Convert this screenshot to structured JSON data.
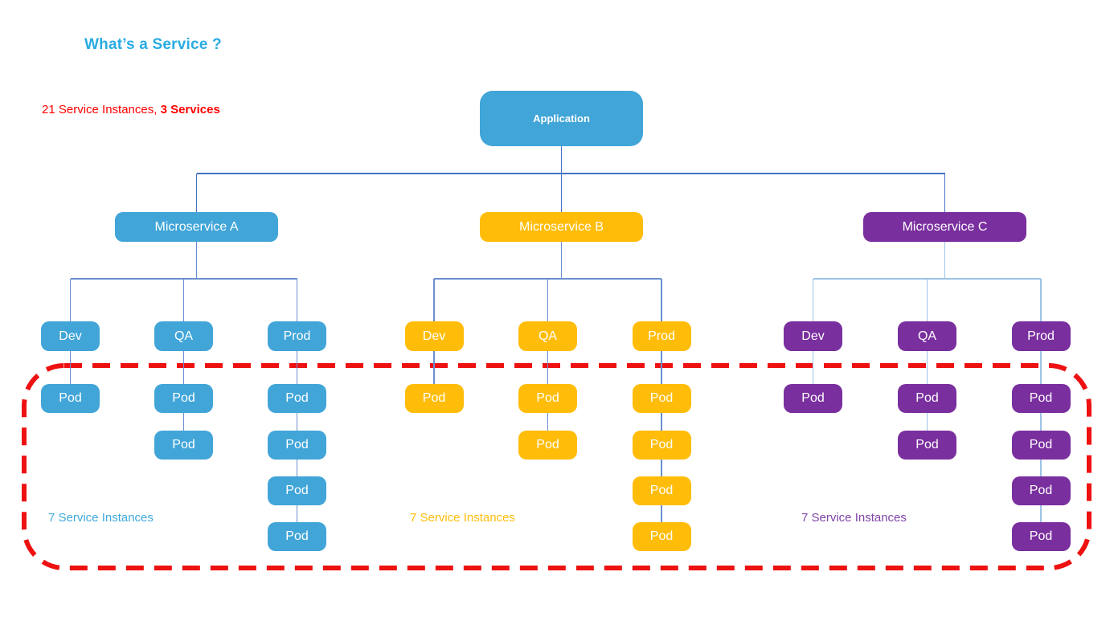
{
  "header": {
    "title": "What’s a Service ?",
    "title_color": "#29abe2"
  },
  "summary": {
    "prefix": "21 Service Instances, ",
    "bold": "3 Services",
    "color": "#ff0000"
  },
  "application": {
    "label": "Application",
    "color": "#41a5d8"
  },
  "connectors": {
    "tier1_color": "#4472c4"
  },
  "boundary": {
    "color": "#ee1111"
  },
  "groups": [
    {
      "key": "a",
      "label": "Microservice A",
      "color": "#41a5d8",
      "text_color": "#3fa9dc",
      "connector_color": "#6a8fd0",
      "instances_label": "7 Service Instances",
      "environments": [
        {
          "label": "Dev",
          "pods": [
            "Pod"
          ]
        },
        {
          "label": "QA",
          "pods": [
            "Pod",
            "Pod"
          ]
        },
        {
          "label": "Prod",
          "pods": [
            "Pod",
            "Pod",
            "Pod",
            "Pod"
          ]
        }
      ]
    },
    {
      "key": "b",
      "label": "Microservice B",
      "color": "#ffbd0a",
      "text_color": "#ffbd0a",
      "connector_color": "#6a8fd0",
      "instances_label": "7 Service Instances",
      "environments": [
        {
          "label": "Dev",
          "pods": [
            "Pod"
          ]
        },
        {
          "label": "QA",
          "pods": [
            "Pod",
            "Pod"
          ]
        },
        {
          "label": "Prod",
          "pods": [
            "Pod",
            "Pod",
            "Pod",
            "Pod"
          ]
        }
      ]
    },
    {
      "key": "c",
      "label": "Microservice C",
      "color": "#7a2f9e",
      "text_color": "#8144a8",
      "connector_color": "#9dc3e6",
      "instances_label": "7 Service Instances",
      "environments": [
        {
          "label": "Dev",
          "pods": [
            "Pod"
          ]
        },
        {
          "label": "QA",
          "pods": [
            "Pod",
            "Pod"
          ]
        },
        {
          "label": "Prod",
          "pods": [
            "Pod",
            "Pod",
            "Pod",
            "Pod"
          ]
        }
      ]
    }
  ]
}
